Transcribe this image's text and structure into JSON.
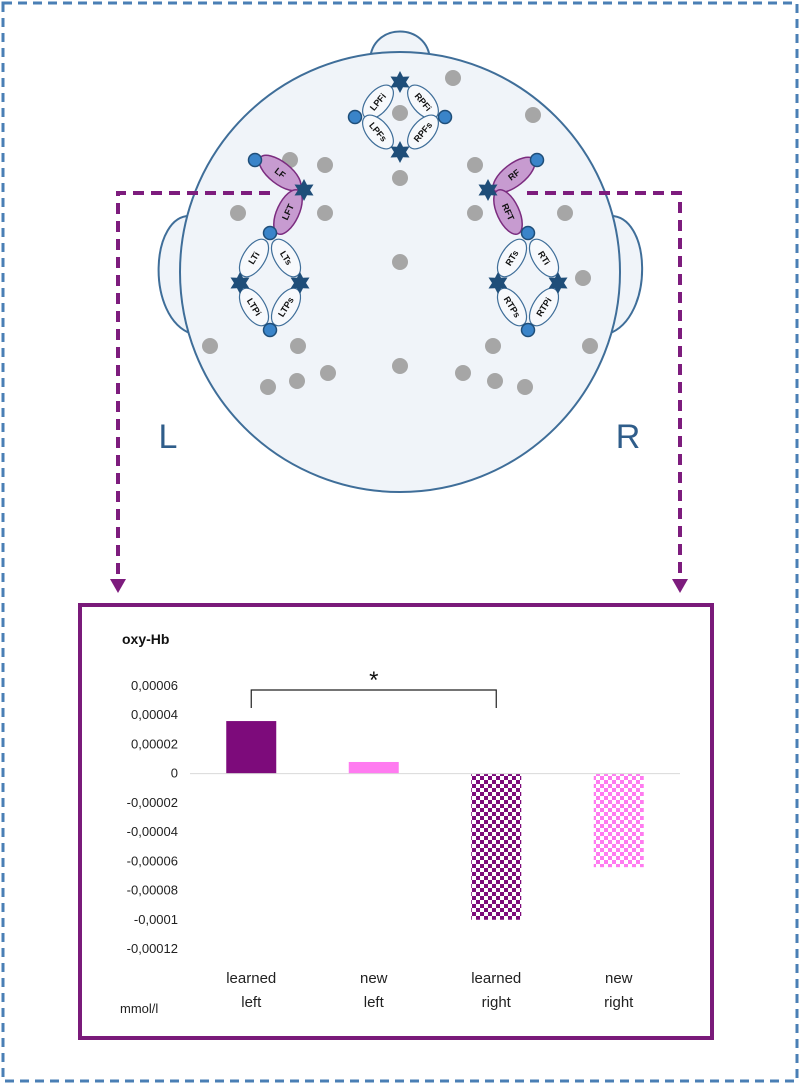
{
  "head": {
    "left_label": "L",
    "right_label": "R",
    "optode_pairs": [
      "LPFi",
      "RPFi",
      "LPFs",
      "RPFs",
      "LF",
      "LFT",
      "RF",
      "RFT",
      "LTi",
      "LTs",
      "LTPi",
      "LTPs",
      "RTs",
      "RTi",
      "RTPs",
      "RTPi"
    ]
  },
  "colors": {
    "frame": "#4a7fb5",
    "head_outline": "#3f6e99",
    "head_fill": "#f0f4f9",
    "optode": "#1f4e79",
    "optode_light": "#3a84c9",
    "channel_fill": "#c79bd0",
    "channel_stroke": "#7b2c7f",
    "dots": "#a6a6a6",
    "arrow": "#7d1c7d",
    "chart_border": "#7a1a7a",
    "learned": "#7d0b7b",
    "new": "#ff7bf0"
  },
  "chart_data": {
    "type": "bar",
    "title": "oxy-Hb",
    "ylabel": "mmol/l",
    "categories": [
      {
        "line1": "learned",
        "line2": "left"
      },
      {
        "line1": "new",
        "line2": "left"
      },
      {
        "line1": "learned",
        "line2": "right"
      },
      {
        "line1": "new",
        "line2": "right"
      }
    ],
    "values": [
      3.6e-05,
      8e-06,
      -0.0001,
      -6.4e-05
    ],
    "patterns": [
      "solid",
      "solid",
      "checker",
      "checker"
    ],
    "ylim": [
      -0.00012,
      6e-05
    ],
    "yticks": [
      {
        "v": 6e-05,
        "label": "0,00006"
      },
      {
        "v": 4e-05,
        "label": "0,00004"
      },
      {
        "v": 2e-05,
        "label": "0,00002"
      },
      {
        "v": 0,
        "label": "0"
      },
      {
        "v": -2e-05,
        "label": "-0,00002"
      },
      {
        "v": -4e-05,
        "label": "-0,00004"
      },
      {
        "v": -6e-05,
        "label": "-0,00006"
      },
      {
        "v": -8e-05,
        "label": "-0,00008"
      },
      {
        "v": -0.0001,
        "label": "-0,0001"
      },
      {
        "v": -0.00012,
        "label": "-0,00012"
      }
    ],
    "significance": {
      "from": 0,
      "to": 2,
      "label": "*"
    },
    "grid": false
  }
}
